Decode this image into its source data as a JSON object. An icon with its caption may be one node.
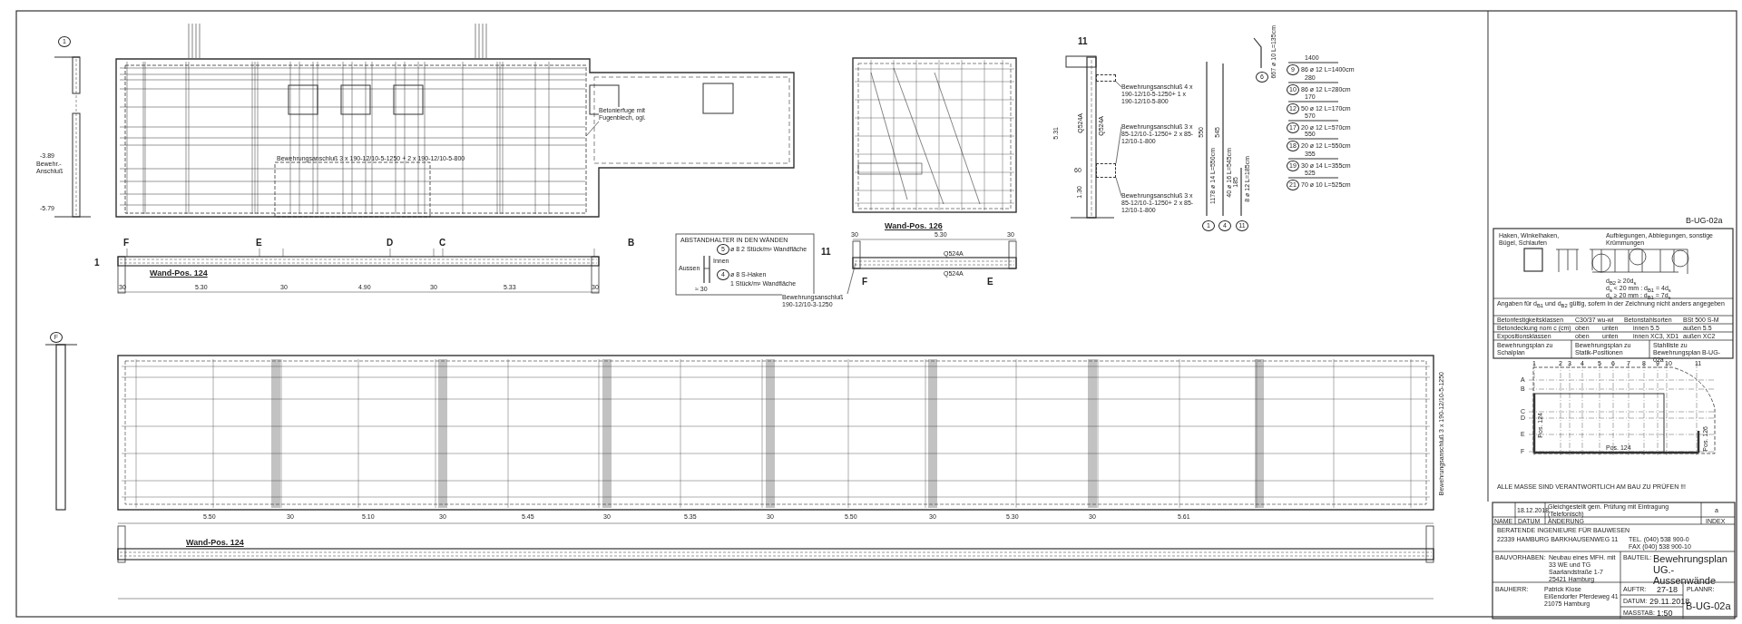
{
  "diagram": {
    "nodes": [
      {
        "text": [
          "Betonierfuge mit Fugenblech, ogl."
        ]
      },
      {
        "text": [
          "Bewehrungsanschluß 190-12/10-3-1250"
        ]
      },
      {
        "text": [
          "Bewehrungsanschluß 4 x 190-12/10-5-1250+ 1 x 190-12/10-5-800"
        ]
      },
      {
        "text": [
          "Bewehrungsanschluß 3 x 85-12/10-1-1250+ 2 x 85-12/10-1-800"
        ]
      },
      {
        "text": [
          "Bewehrungsanschluß 3 x 85-12/10-1-1250+ 2 x 85-12/10-1-800"
        ]
      },
      {
        "text": [],
        "shape": "box"
      },
      {
        "text": [],
        "shape": "box"
      }
    ],
    "edges": [
      {
        "from": 0,
        "to": null,
        "arrow": "none"
      },
      {
        "from": 1,
        "to": null,
        "arrow": "none"
      },
      {
        "from": 2,
        "to": 5,
        "arrow": "none"
      },
      {
        "from": 3,
        "to": 6,
        "arrow": "none"
      },
      {
        "from": 4,
        "to": 6,
        "arrow": "none"
      }
    ],
    "labels": [
      "1",
      "-3.89",
      "Bewehr.- Anschluß",
      "-5.79",
      "Bewehrungsanschluß 3 x 190-12/10-5-1250 + 2 x 190-12/10-5-800",
      "F",
      "E",
      "D",
      "C",
      "B",
      "1",
      "Wand-Pos. 124",
      "30",
      "5.30",
      "30",
      "4.90",
      "30",
      "5.33",
      "30",
      "ABSTANDHALTER IN DEN WÄNDEN",
      "Aussen",
      "Innen",
      "5",
      "ø 8  2 Stück/m² Wandfläche",
      "4",
      "ø 8 S-Haken",
      "1 Stück/m² Wandfläche",
      "≈ 30",
      "Wand-Pos. 126",
      "30",
      "5.30",
      "30",
      "11",
      "Q524A",
      "Q524A",
      "F",
      "E",
      "11",
      "5.31",
      "Q524A",
      "Q524A",
      "60",
      "1.30",
      "550",
      "1",
      "1178 ø 14 L=550cm",
      "545",
      "4",
      "40 ø 16 L=545cm",
      "185",
      "11",
      "8 ø 12 L=185cm",
      "6",
      "667 ø 10 L=135cm",
      "1400",
      "9",
      "86 ø 12 L=1400cm",
      "280",
      "10",
      "86 ø 12 L=280cm",
      "170",
      "12",
      "50 ø 12 L=170cm",
      "570",
      "17",
      "20 ø 12 L=570cm",
      "550",
      "18",
      "20 ø 12 L=550cm",
      "355",
      "19",
      "30 ø 14 L=355cm",
      "525",
      "21",
      "70 ø 10 L=525cm",
      "B-UG-02a",
      "Haken, Winkelhaken, Bügel, Schlaufen",
      "Aufbiegungen, Abbiegungen, sonstige Krümmungen",
      "d$_{B2}$ ≥ 20d$_{s}$",
      "d$_{s}$ < 20 mm : d$_{B1}$ = 4d$_{s}$",
      "d$_{s}$ ≥ 20 mm : d$_{B1}$ = 7d$_{s}$",
      "Angaben für d$_{B1}$ und d$_{B2}$ gültig, sofern in der Zeichnung nicht anders angegeben",
      "Betonfestigkeitsklassen",
      "C30/37 wu-wi",
      "Betonstahlsorten",
      "BSt 500 S-M",
      "Betondeckung nom c (cm)",
      "oben",
      "unten",
      "innen 5.5",
      "außen 5.5",
      "Expositionsklassen",
      "oben",
      "unten",
      "innen XC3, XD1",
      "außen XC2",
      "Bewehrungsplan zu Schalplan",
      "Bewehrungsplan zu Statik-Positionen",
      "Stahlliste zu Bewehrungsplan B-UG-02a",
      "1",
      "2",
      "3",
      "4",
      "5",
      "6",
      "7",
      "8",
      "9",
      "10",
      "11",
      "A",
      "B",
      "C",
      "D",
      "E",
      "F",
      "Pos. 124",
      "Pos. 124",
      "Pos. 126",
      "ALLE MASSE SIND VERANTWORTLICH AM BAU ZU PRÜFEN !!!",
      "18.12.2018",
      "Gleichgestellt gem. Prüfung mit Eintragung (Telefonisch)",
      "a",
      "NAME",
      "DATUM",
      "ÄNDERUNG",
      "INDEX",
      "BERATENDE INGENIEURE FÜR BAUWESEN",
      "22339 HAMBURG BARKHAUSENWEG 11",
      "TEL. (040) 538 900-0",
      "FAX (040) 538 900-10",
      "BAUVORHABEN:",
      "Neubau eines MFH. mit 33 WE und TG",
      "Saarlandstraße 1-7",
      "25421 Hamburg",
      "BAUTEIL:",
      "Bewehrungsplan UG.-Aussenwände",
      "BAUHERR:",
      "Patrick Klose",
      "Eißendorfer Pferdeweg 41",
      "21075 Hamburg",
      "AUFTR:",
      "27-18",
      "DATUM:",
      "29.11.2018",
      "MASSTAB:",
      "1:50",
      "PLANNR:",
      "B-UG-02a",
      "F",
      "Wand-Pos. 124",
      "5.50",
      "30",
      "5.10",
      "30",
      "5.45",
      "30",
      "5.35",
      "30",
      "5.50",
      "30",
      "5.30",
      "30",
      "5.61",
      "Bewehrungsanschluß 3 x 190-12/10-5-1250"
    ]
  }
}
